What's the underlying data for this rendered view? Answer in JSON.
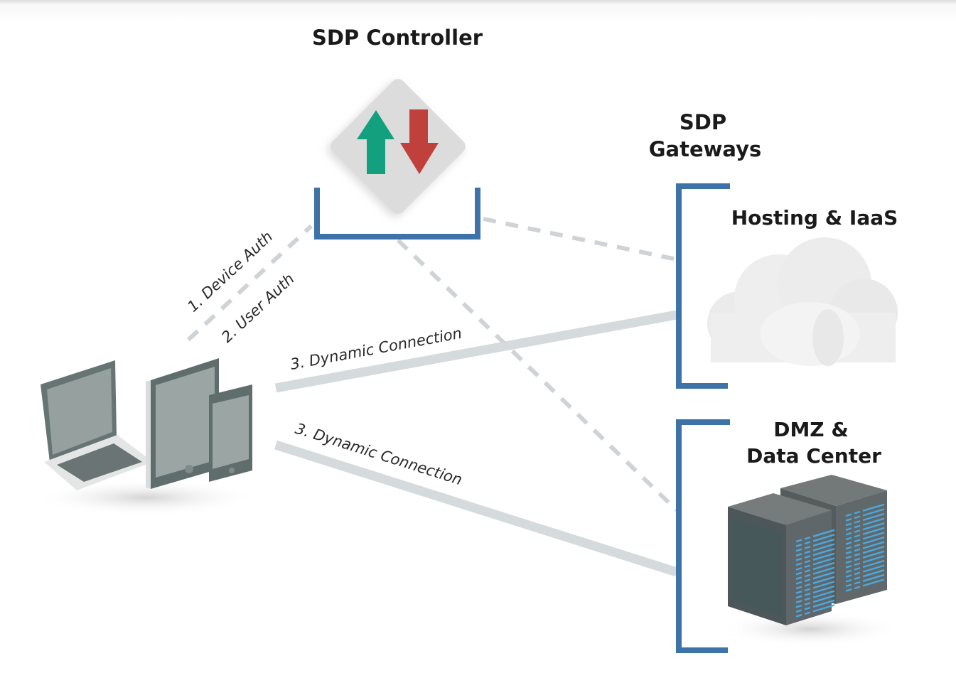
{
  "diagram": {
    "title_controller": "SDP Controller",
    "title_gateways_line1": "SDP",
    "title_gateways_line2": "Gateways",
    "gateway_hosting": "Hosting & IaaS",
    "gateway_dmz_line1": "DMZ &",
    "gateway_dmz_line2": "Data Center",
    "auth_labels": [
      "1. Device Auth",
      "2. User Auth"
    ],
    "connection_labels": [
      "3. Dynamic Connection",
      "3. Dynamic Connection"
    ],
    "icons": {
      "controller": "up-down-arrows-icon",
      "clients": [
        "laptop-icon",
        "tablet-icon",
        "phone-icon"
      ],
      "hosting": "cloud-icon",
      "datacenter": "server-rack-icon"
    },
    "colors": {
      "bracket": "#3d73a8",
      "dashed_line": "#cfd3d6",
      "solid_line": "#d5dadc",
      "arrow_up": "#12a07f",
      "arrow_down": "#c0413b",
      "diamond": "#dcdcdc",
      "server_led": "#4aa8e0"
    }
  }
}
